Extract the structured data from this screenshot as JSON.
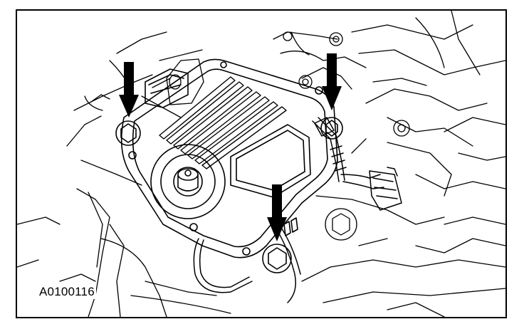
{
  "figure": {
    "id_label": "A0100116",
    "line_color": "#000000",
    "background_color": "#ffffff",
    "callout_arrow_count": 3,
    "callout_icon": "down-arrow-icon",
    "subject": "transmission-actuator-module"
  }
}
